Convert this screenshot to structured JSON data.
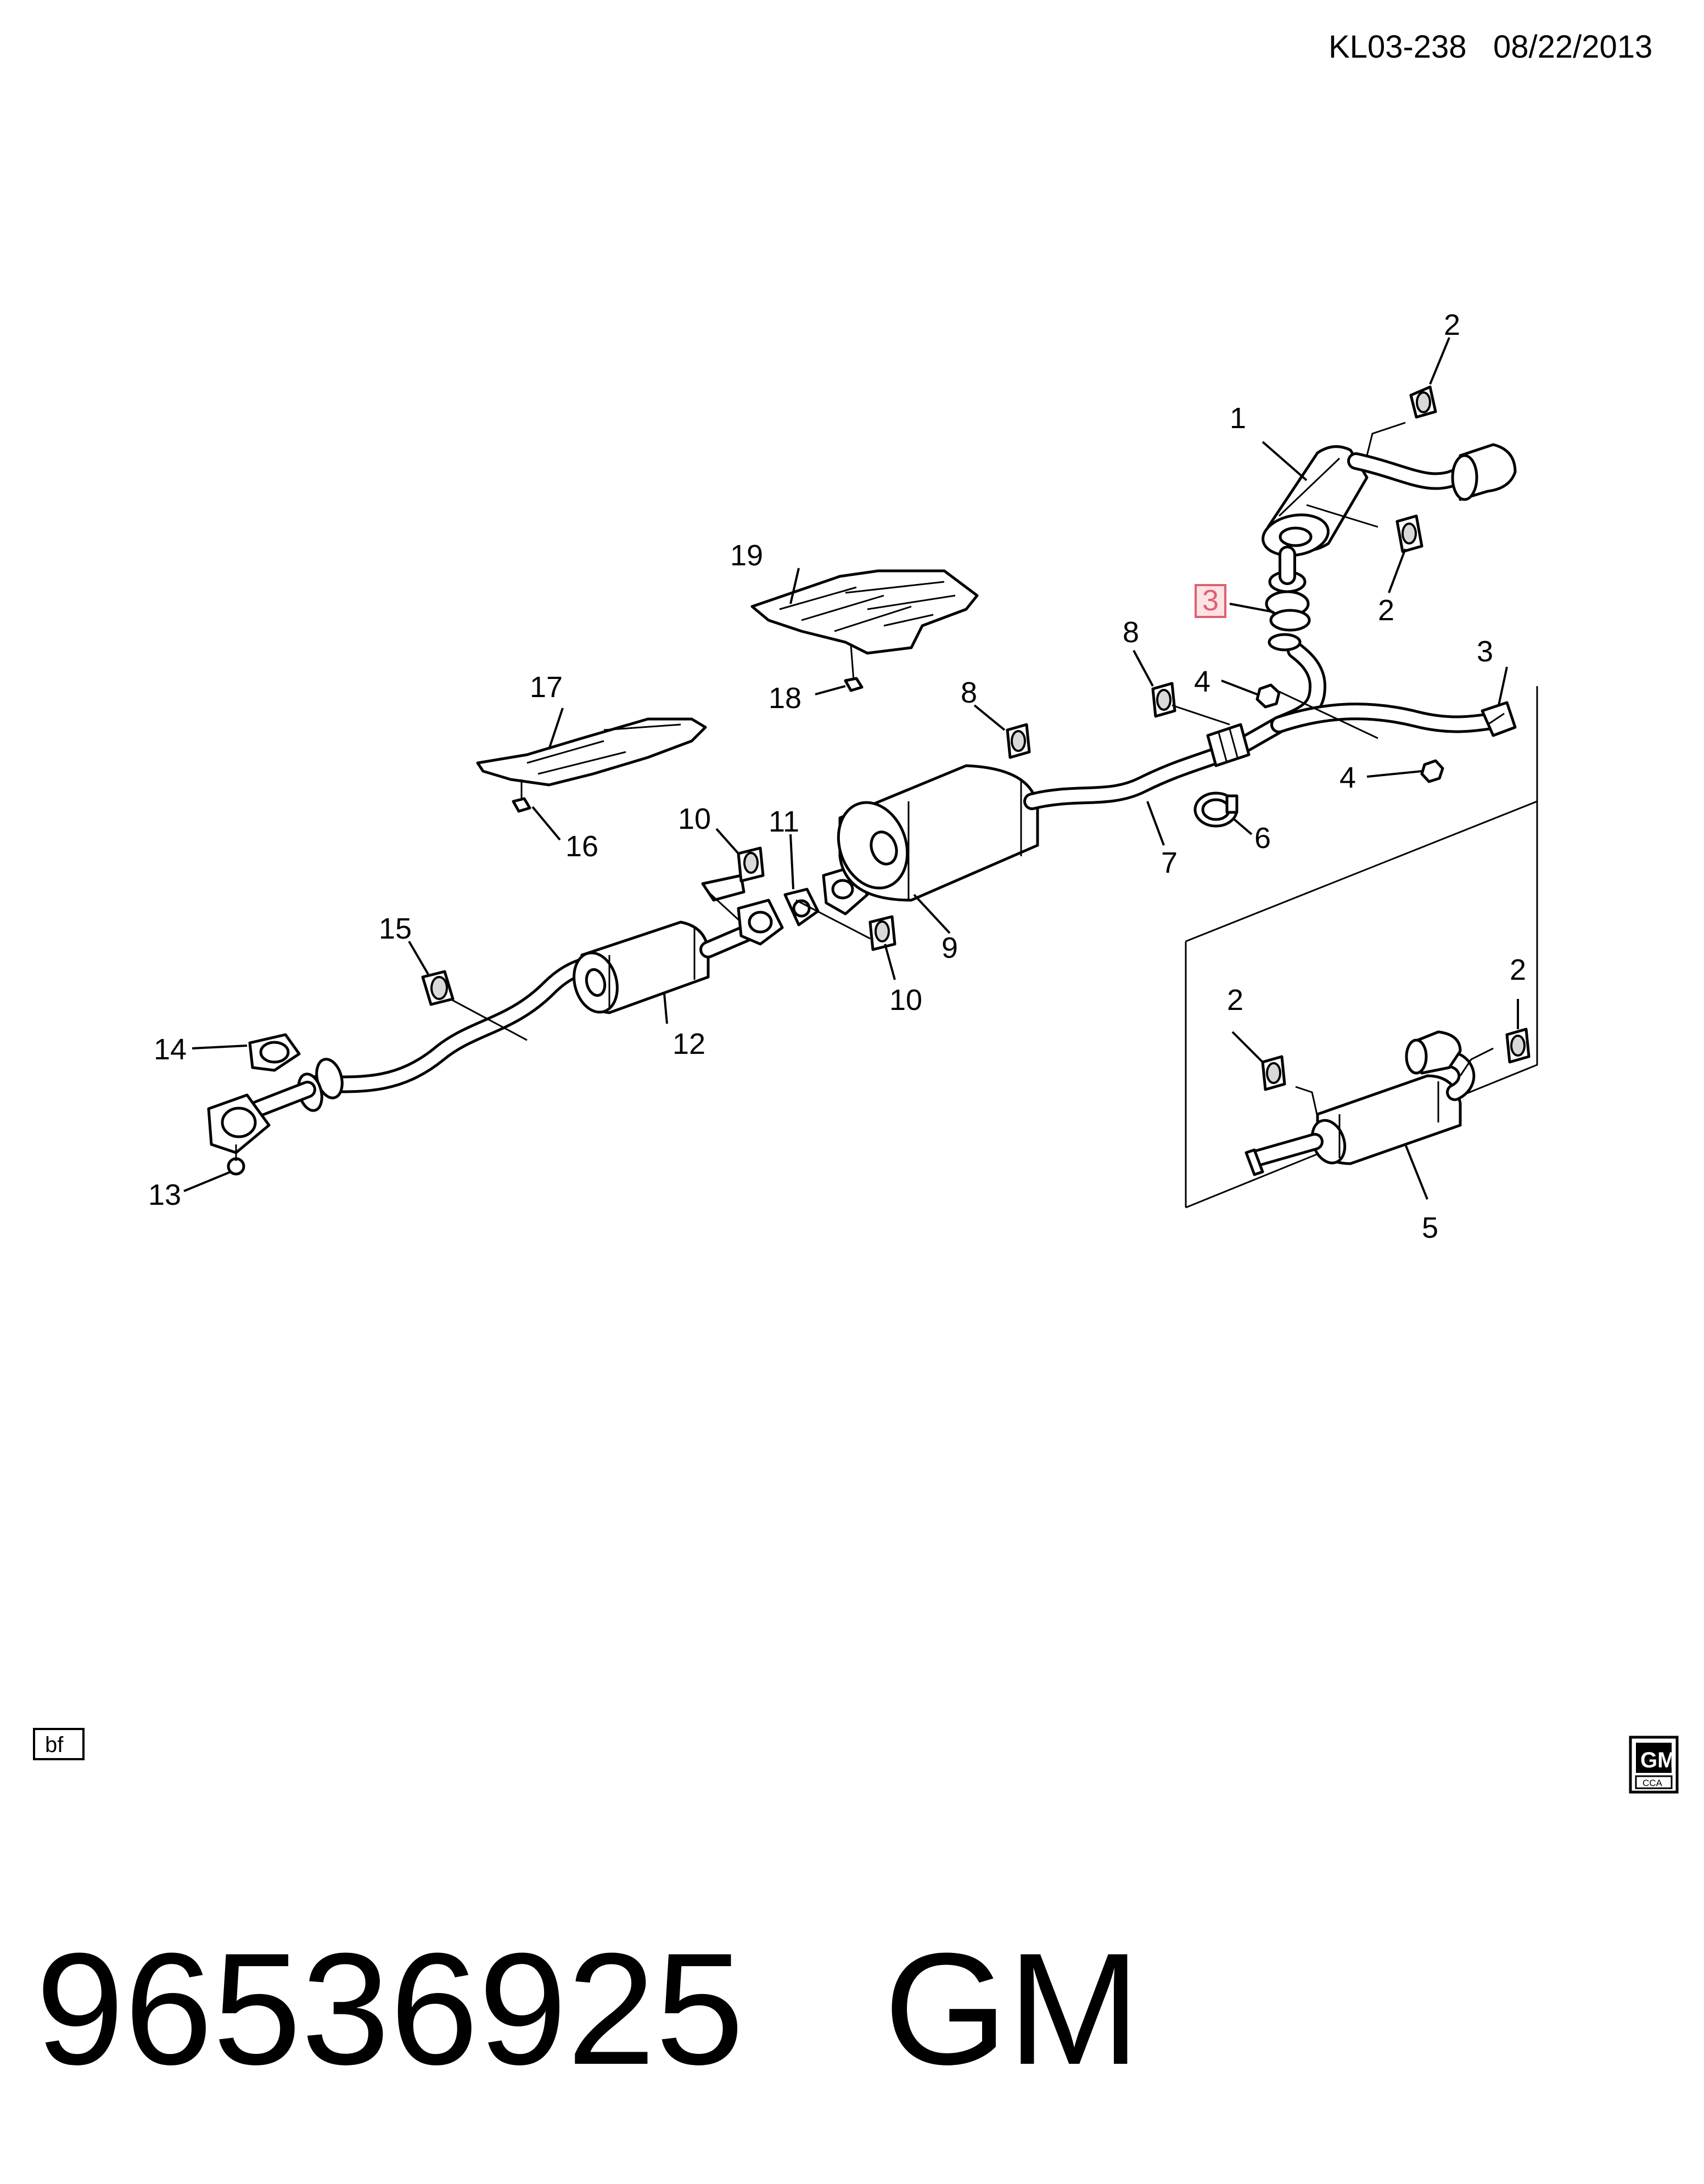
{
  "header": {
    "code": "KL03-238",
    "date": "08/22/2013"
  },
  "callouts": [
    {
      "id": "c1",
      "text": "1"
    },
    {
      "id": "c2a",
      "text": "2"
    },
    {
      "id": "c2b",
      "text": "2"
    },
    {
      "id": "c3a",
      "text": "3"
    },
    {
      "id": "c4a",
      "text": "4"
    },
    {
      "id": "c3b",
      "text": "3"
    },
    {
      "id": "c4b",
      "text": "4"
    },
    {
      "id": "c8a",
      "text": "8"
    },
    {
      "id": "c8b",
      "text": "8"
    },
    {
      "id": "c19",
      "text": "19"
    },
    {
      "id": "c18",
      "text": "18"
    },
    {
      "id": "c17",
      "text": "17"
    },
    {
      "id": "c16",
      "text": "16"
    },
    {
      "id": "c10a",
      "text": "10"
    },
    {
      "id": "c11",
      "text": "11"
    },
    {
      "id": "c6",
      "text": "6"
    },
    {
      "id": "c7",
      "text": "7"
    },
    {
      "id": "c9",
      "text": "9"
    },
    {
      "id": "c10b",
      "text": "10"
    },
    {
      "id": "c15",
      "text": "15"
    },
    {
      "id": "c12",
      "text": "12"
    },
    {
      "id": "c14",
      "text": "14"
    },
    {
      "id": "c13",
      "text": "13"
    },
    {
      "id": "c2c",
      "text": "2"
    },
    {
      "id": "c2d",
      "text": "2"
    },
    {
      "id": "c5",
      "text": "5"
    }
  ],
  "highlight_color": "#e06070",
  "view_code": "bf",
  "logo": {
    "top": "GM",
    "bottom": "CCA"
  },
  "part_number": "96536925",
  "brand": "GM"
}
